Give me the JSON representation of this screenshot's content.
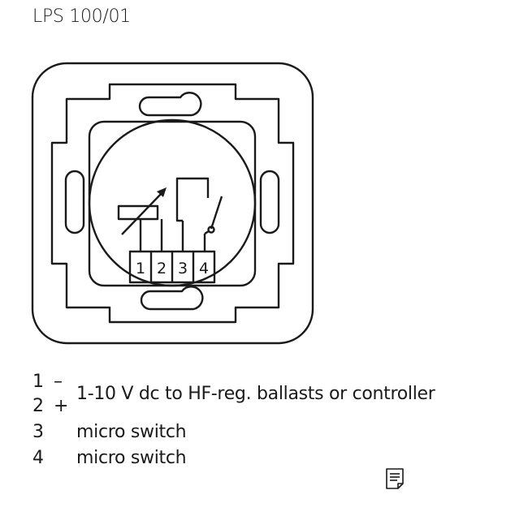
{
  "document": {
    "title": "LPS 100/01"
  },
  "diagram": {
    "terminals": [
      "1",
      "2",
      "3",
      "4"
    ]
  },
  "legend": {
    "rows": [
      {
        "number": "1",
        "polarity": "–"
      },
      {
        "number": "2",
        "polarity": "+"
      },
      {
        "number": "3",
        "description": "micro switch"
      },
      {
        "number": "4",
        "description": "micro switch"
      }
    ],
    "combined_description": "1-10 V dc to HF-reg. ballasts or controller"
  },
  "icons": {
    "note": "note-icon"
  },
  "colors": {
    "line": "#1a1a1a",
    "background": "#ffffff"
  }
}
